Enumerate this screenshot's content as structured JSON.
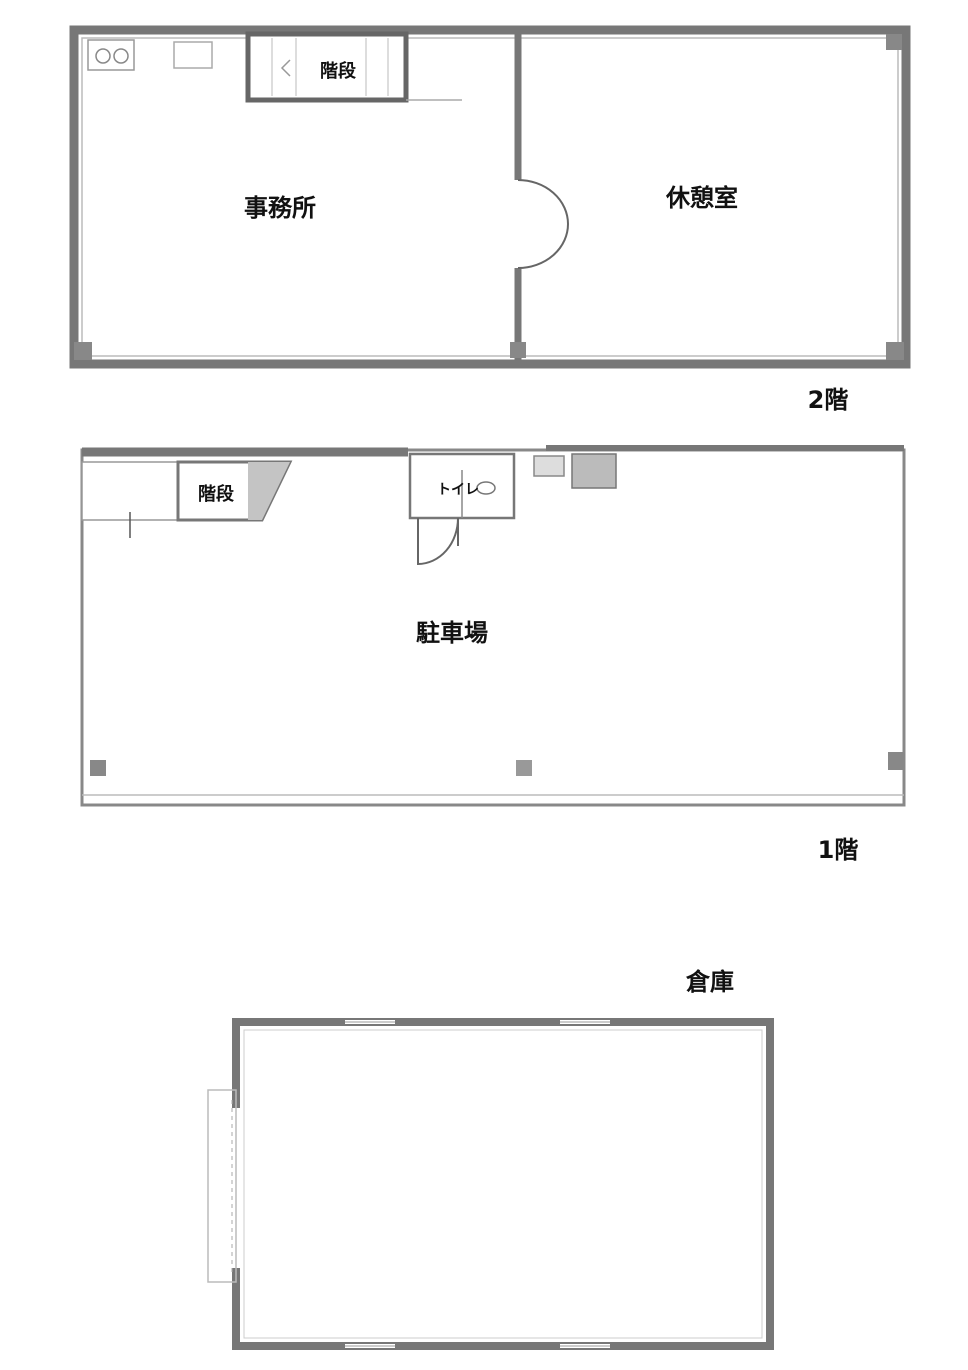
{
  "floor2": {
    "floor_label": "2階",
    "rooms": {
      "office": "事務所",
      "lounge": "休憩室",
      "stairs": "階段"
    }
  },
  "floor1": {
    "floor_label": "1階",
    "rooms": {
      "parking": "駐車場",
      "stairs": "階段",
      "toilet": "トイレ"
    }
  },
  "warehouse": {
    "label": "倉庫"
  },
  "colors": {
    "wall": "#7a7a7a",
    "wall_dark": "#555555",
    "stair_fill": "#bdbdbd",
    "line": "#9a9a9a"
  }
}
